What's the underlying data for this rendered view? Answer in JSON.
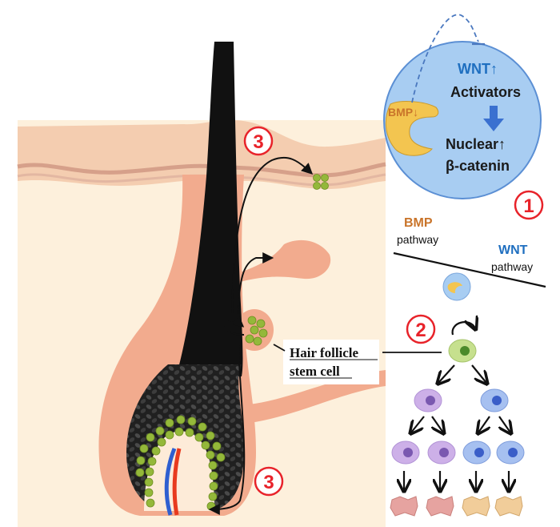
{
  "labels": {
    "wnt_up": "WNT↑",
    "activators": "Activators",
    "bmp_down": "BMP↓",
    "nuclear": "Nuclear↑",
    "beta_catenin": "β-catenin",
    "step1": "1",
    "step2": "2",
    "step3_top": "3",
    "step3_bottom": "3",
    "bmp_pathway_line1": "BMP",
    "bmp_pathway_line2": "pathway",
    "wnt_pathway_line1": "WNT",
    "wnt_pathway_line2": "pathway",
    "stem_cell_line1": "Hair follicle",
    "stem_cell_line2": "stem cell"
  },
  "colors": {
    "skin_light": "#fdf0dc",
    "skin_band": "#f4cdb0",
    "skin_dark": "#e9b79a",
    "follicle": "#f2ab8e",
    "hair_shaft": "#111111",
    "dermal_papilla": "#fdebd8",
    "green_cell": "#94b83a",
    "circle_fill": "#a8cdf2",
    "circle_stroke": "#5b8fd4",
    "wnt_blue": "#1f6fc0",
    "bmp_orange": "#c9742a",
    "bmp_shape": "#f3c550",
    "step_red": "#e8232a",
    "progenitor_purple": "#c9a9e6",
    "progenitor_blue": "#4d79d9",
    "diff_pink": "#e6a3a0",
    "diff_tan": "#f1cd9a"
  }
}
